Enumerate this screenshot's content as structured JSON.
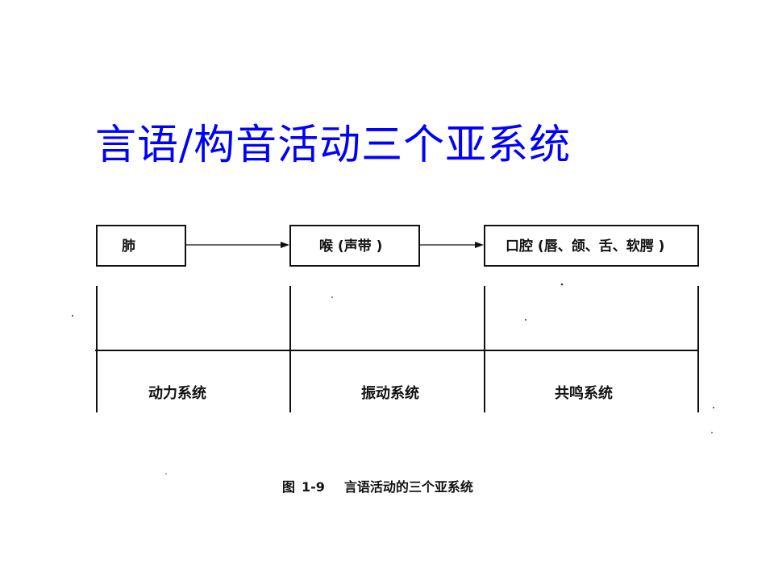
{
  "slide": {
    "title": "言语/构音活动三个亚系统"
  },
  "diagram": {
    "nodes": [
      {
        "label": "肺"
      },
      {
        "label": "喉 (声带 )"
      },
      {
        "label": "口腔 (唇、颌、舌、软腭 )"
      }
    ],
    "systems": [
      {
        "label": "动力系统"
      },
      {
        "label": "振动系统"
      },
      {
        "label": "共鸣系统"
      }
    ]
  },
  "caption": {
    "figure_word": "图",
    "figure_number": "1-9",
    "text": "言语活动的三个亚系统"
  },
  "colors": {
    "title": "#0000ff",
    "lines": "#111111",
    "background": "#ffffff"
  }
}
